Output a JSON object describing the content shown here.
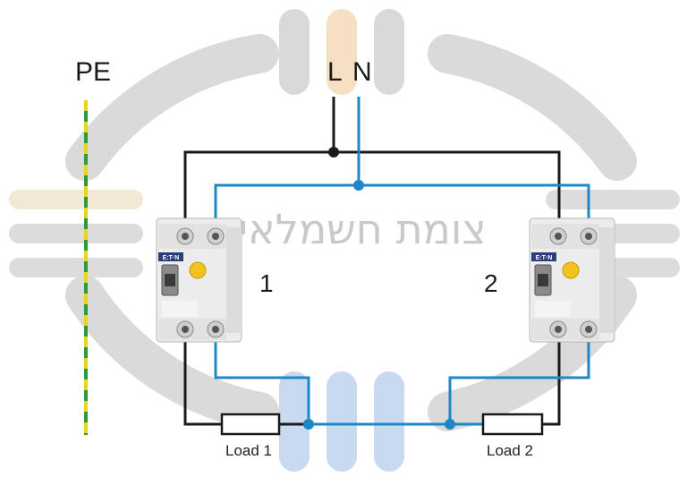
{
  "watermark": {
    "text": "צומת חשמלאים",
    "colors": {
      "gray": "#d9d9d9",
      "orange": "#f6dfc3",
      "blue": "#c9d9f0"
    }
  },
  "labels": {
    "pe": "PE",
    "line": "L",
    "neutral": "N",
    "breaker_1": "1",
    "breaker_2": "2",
    "load_1": "Load 1",
    "load_2": "Load 2"
  },
  "breaker_brand": "E:T·N",
  "colors": {
    "line_wire": "#1a1a1a",
    "neutral_wire": "#1f86c8",
    "pe_green": "#2e9a3e",
    "pe_yellow": "#e6d622",
    "breaker_body": "#e8e8e8",
    "breaker_knob": "#f3c21c"
  }
}
